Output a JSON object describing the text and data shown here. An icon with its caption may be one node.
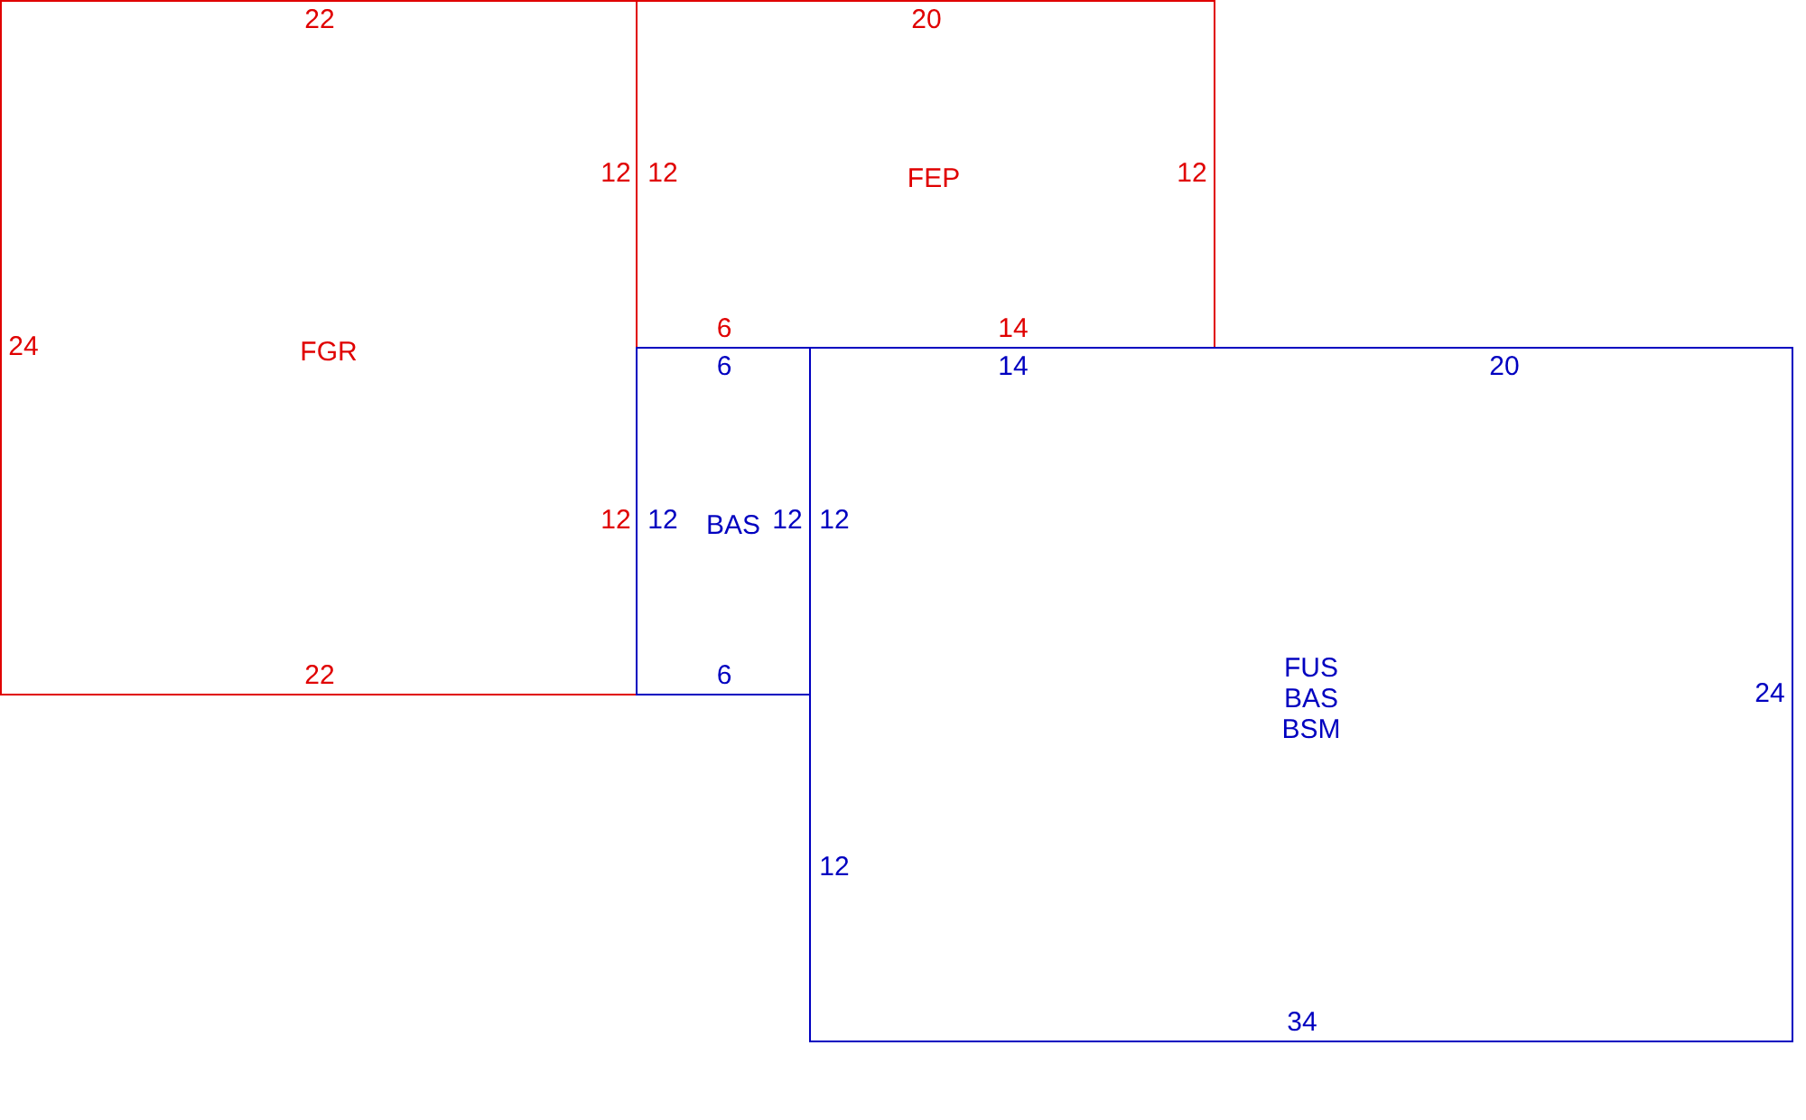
{
  "diagram": {
    "nodes": [
      {
        "text": [
          "FGR",
          "22",
          "12",
          "12",
          "22",
          "24"
        ]
      },
      {
        "text": [
          "FEP",
          "20",
          "12",
          "12",
          "6",
          "14"
        ]
      },
      {
        "text": [
          "BAS",
          "6",
          "12",
          "12",
          "6"
        ]
      },
      {
        "text": [
          "FUS BAS BSM",
          "14",
          "20",
          "12",
          "24",
          "12",
          "34"
        ]
      }
    ],
    "edges": []
  }
}
